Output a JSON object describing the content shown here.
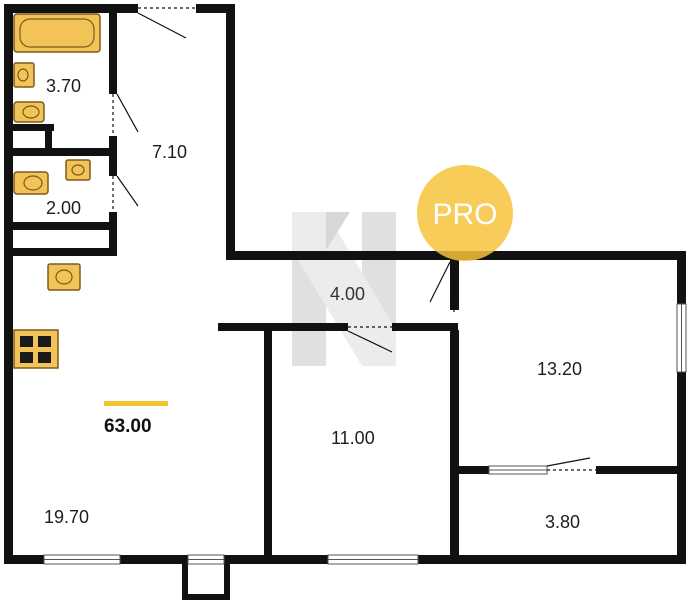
{
  "plan": {
    "total_area": "63.00",
    "rooms": {
      "bathroom": "3.70",
      "corridor": "7.10",
      "toilet": "2.00",
      "hall": "4.00",
      "bedroom_right": "13.20",
      "bedroom_middle": "11.00",
      "kitchen_living": "19.70",
      "balcony": "3.80"
    },
    "badge": {
      "text": "PRO"
    }
  },
  "colors": {
    "wall": "#111111",
    "fixture_fill": "#f2c458",
    "fixture_stroke": "#7a5a1e",
    "accent_line": "#f4c531",
    "badge": "#f7c33c",
    "watermark": "#c9c9c9",
    "window_stroke": "#555555"
  },
  "icons": [
    "bathtub-icon",
    "sink-icon",
    "toilet-icon",
    "stove-icon",
    "door-icon",
    "window-icon"
  ]
}
